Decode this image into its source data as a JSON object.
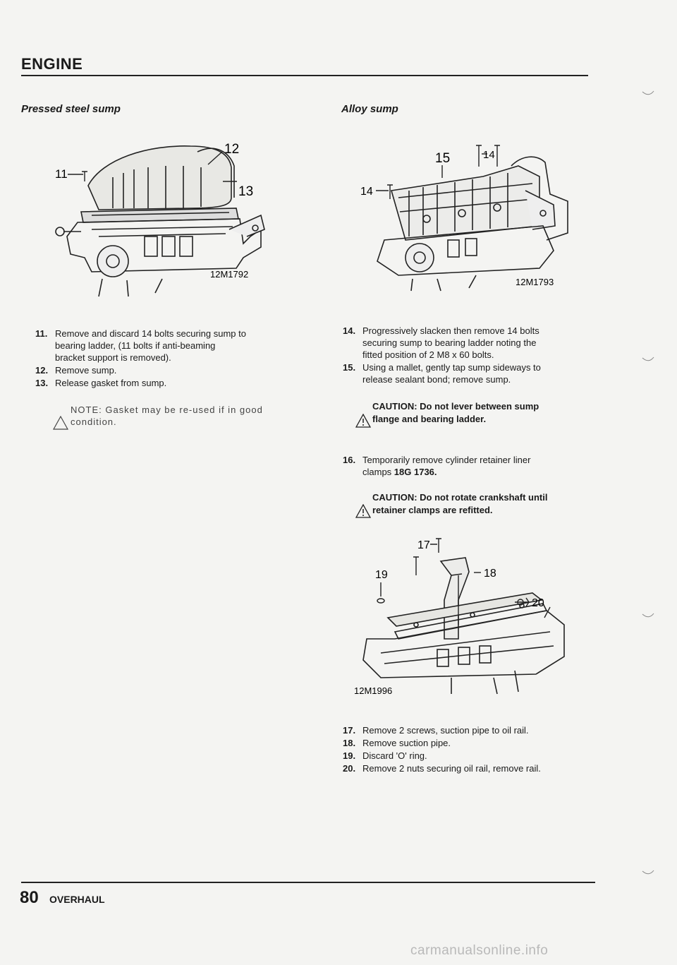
{
  "header": {
    "title": "ENGINE"
  },
  "left": {
    "section_title": "Pressed steel sump",
    "figure": {
      "ref": "12M1792",
      "callouts": [
        "11",
        "12",
        "13"
      ]
    },
    "steps": [
      {
        "num": "11.",
        "lines": [
          "Remove and discard 14 bolts securing sump to",
          "bearing ladder, (11 bolts if anti-beaming",
          "bracket support is removed)."
        ]
      },
      {
        "num": "12.",
        "lines": [
          "Remove sump."
        ]
      },
      {
        "num": "13.",
        "lines": [
          "Release gasket from sump."
        ]
      }
    ],
    "note": {
      "lines": [
        "NOTE: Gasket may be re-used if in good",
        "condition."
      ]
    }
  },
  "right": {
    "section_title": "Alloy sump",
    "figure1": {
      "ref": "12M1793",
      "callouts": [
        "15",
        "14",
        "14"
      ]
    },
    "steps_a": [
      {
        "num": "14.",
        "lines": [
          "Progressively slacken then remove 14 bolts",
          "securing sump to bearing ladder noting the",
          "fitted position of 2 M8 x 60 bolts."
        ]
      },
      {
        "num": "15.",
        "lines": [
          "Using a mallet, gently tap sump sideways to",
          "release sealant bond; remove sump."
        ]
      }
    ],
    "caution1": {
      "lines": [
        "CAUTION: Do not lever between sump",
        "flange and bearing ladder."
      ]
    },
    "step16": {
      "num": "16.",
      "lines": [
        "Temporarily remove cylinder retainer liner",
        "clamps "
      ],
      "tool": "18G 1736."
    },
    "caution2": {
      "lines": [
        "CAUTION: Do not rotate crankshaft until",
        "retainer clamps are refitted."
      ]
    },
    "figure2": {
      "ref": "12M1996",
      "callouts": [
        "17",
        "18",
        "19",
        "20"
      ]
    },
    "steps_b": [
      {
        "num": "17.",
        "lines": [
          "Remove 2 screws, suction pipe to oil rail."
        ]
      },
      {
        "num": "18.",
        "lines": [
          "Remove suction pipe."
        ]
      },
      {
        "num": "19.",
        "lines": [
          "Discard 'O' ring."
        ]
      },
      {
        "num": "20.",
        "lines": [
          "Remove 2 nuts securing oil rail, remove rail."
        ]
      }
    ]
  },
  "footer": {
    "page_number": "80",
    "section": "OVERHAUL",
    "watermark": "carmanualsonline.info"
  }
}
